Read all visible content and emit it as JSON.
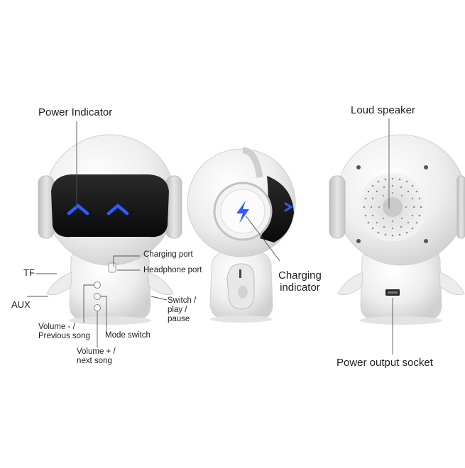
{
  "labels": {
    "power_indicator": "Power Indicator",
    "loud_speaker": "Loud speaker",
    "charging_port": "Charging port",
    "headphone_port": "Headphone port",
    "charging_indicator_line1": "Charging",
    "charging_indicator_line2": "indicator",
    "tf": "TF",
    "aux": "AUX",
    "switch_line1": "Switch /",
    "switch_line2": "play /",
    "switch_line3": "pause",
    "volume_minus_line1": "Volume - /",
    "volume_minus_line2": "Previous song",
    "mode_switch": "Mode switch",
    "volume_plus_line1": "Volume + /",
    "volume_plus_line2": "next song",
    "power_output_socket": "Power output socket"
  },
  "colors": {
    "background": "#ffffff",
    "body": "#f1f1f1",
    "body_shadow": "#d6d6d6",
    "visor": "#141414",
    "eye_glow": "#2f5bff",
    "leader_line": "#555555"
  },
  "icons": {
    "charging_bolt": "lightning-bolt-icon",
    "front_buttons": [
      "volume-minus-button-icon",
      "mode-button-icon",
      "volume-plus-button-icon"
    ]
  }
}
